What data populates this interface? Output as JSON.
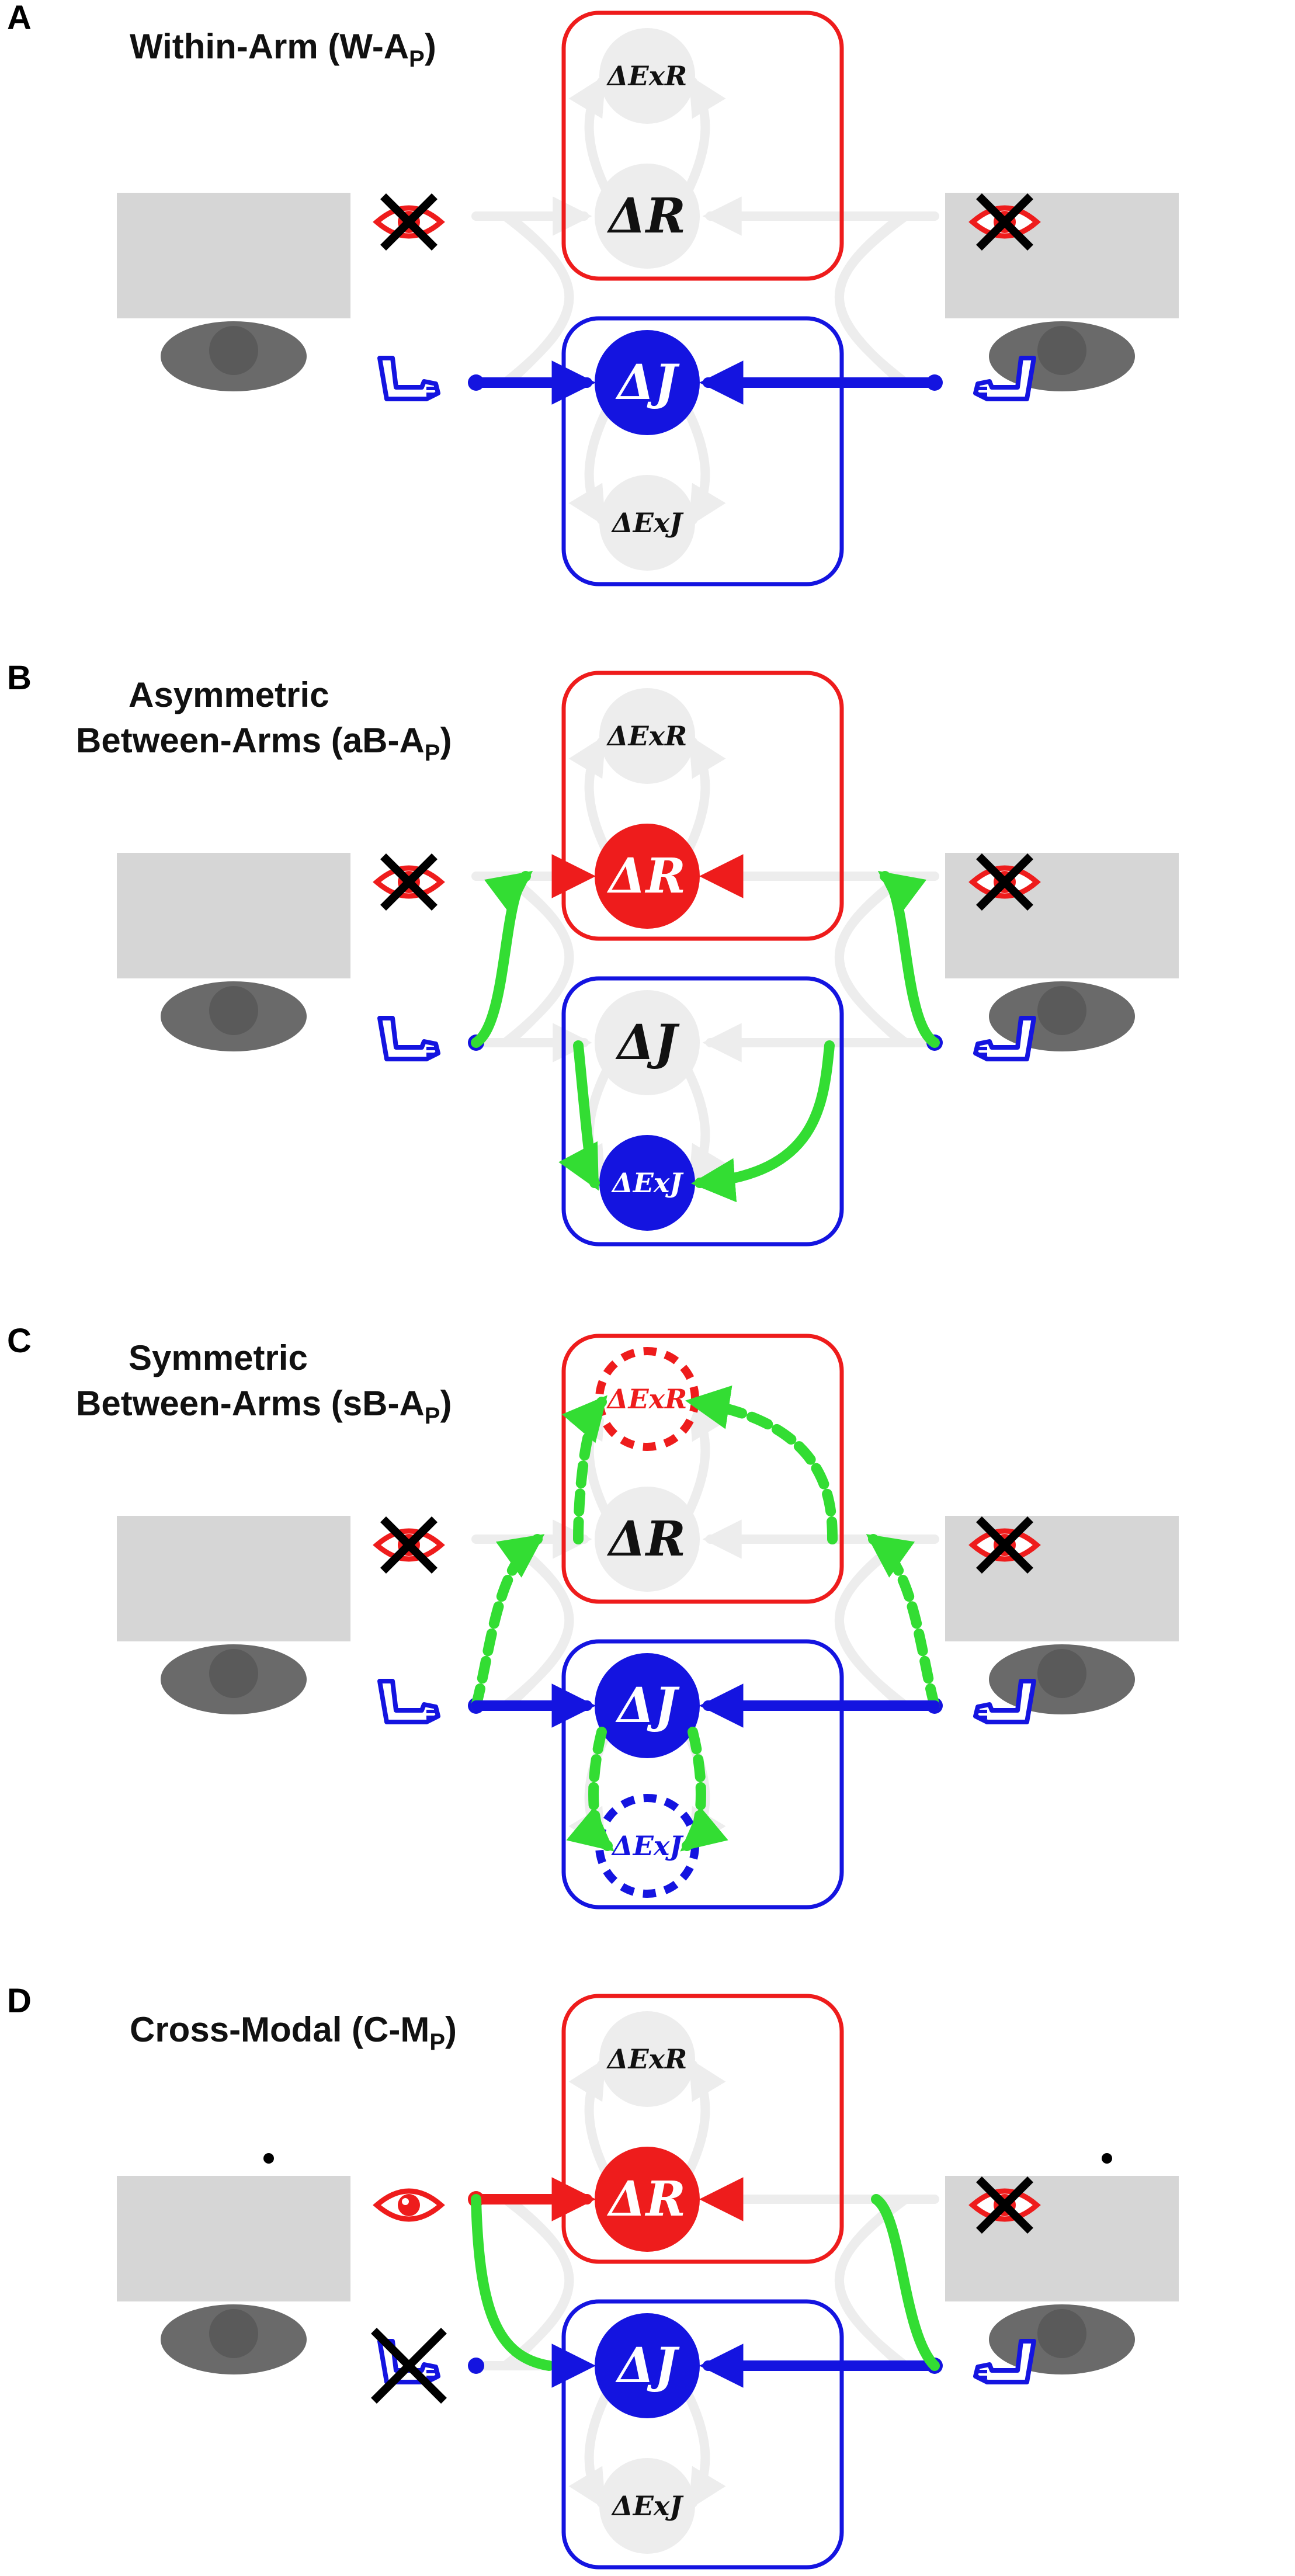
{
  "colors": {
    "red": "#ee1c1c",
    "blue": "#1414e0",
    "green": "#33dd33",
    "inactive": "#ededed",
    "inactive_text": "#111111"
  },
  "icons": [
    "eye-icon",
    "arm-icon",
    "cross-out-icon",
    "hand-path-arrow-icon",
    "subject-topview-image"
  ],
  "panels": [
    {
      "label": "A",
      "title_lines": [
        "Within-Arm (W-A",
        "P",
        ")"
      ],
      "nodes": {
        "dExR": "ΔExR",
        "dR": "ΔR",
        "dJ": "ΔJ",
        "dExJ": "ΔExJ"
      }
    },
    {
      "label": "B",
      "title_line1": "Asymmetric",
      "title_lines": [
        "Between-Arms (aB-A",
        "P",
        ")"
      ],
      "nodes": {
        "dExR": "ΔExR",
        "dR": "ΔR",
        "dJ": "ΔJ",
        "dExJ": "ΔExJ"
      }
    },
    {
      "label": "C",
      "title_line1": "Symmetric",
      "title_lines": [
        "Between-Arms (sB-A",
        "P",
        ")"
      ],
      "nodes": {
        "dExR": "ΔExR",
        "dR": "ΔR",
        "dJ": "ΔJ",
        "dExJ": "ΔExJ"
      }
    },
    {
      "label": "D",
      "title_lines": [
        "Cross-Modal (C-M",
        "P",
        ")"
      ],
      "nodes": {
        "dExR": "ΔExR",
        "dR": "ΔR",
        "dJ": "ΔJ",
        "dExJ": "ΔExJ"
      }
    }
  ]
}
